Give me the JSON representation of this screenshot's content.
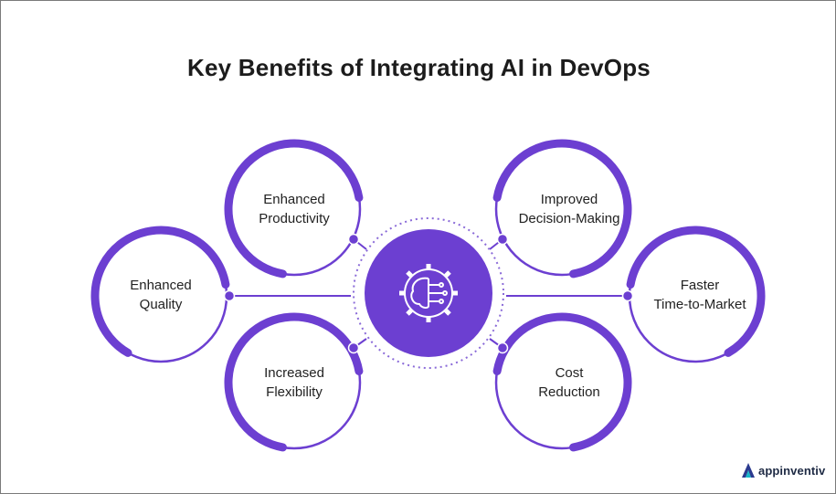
{
  "title": "Key Benefits of Integrating AI in DevOps",
  "center": {
    "icon": "ai-brain-gear-icon"
  },
  "nodes": [
    {
      "id": "enhanced-productivity",
      "label": "Enhanced\nProductivity"
    },
    {
      "id": "improved-decision-making",
      "label": "Improved\nDecision-Making"
    },
    {
      "id": "enhanced-quality",
      "label": "Enhanced\nQuality"
    },
    {
      "id": "faster-time-to-market",
      "label": "Faster\nTime-to-Market"
    },
    {
      "id": "increased-flexibility",
      "label": "Increased\nFlexibility"
    },
    {
      "id": "cost-reduction",
      "label": "Cost\nReduction"
    }
  ],
  "brand": {
    "name": "appinventiv",
    "logo_icon": "appinventiv-logo-icon"
  },
  "colors": {
    "accent": "#6c3fd1",
    "accent_dark": "#4b2a9b",
    "text": "#222222"
  }
}
